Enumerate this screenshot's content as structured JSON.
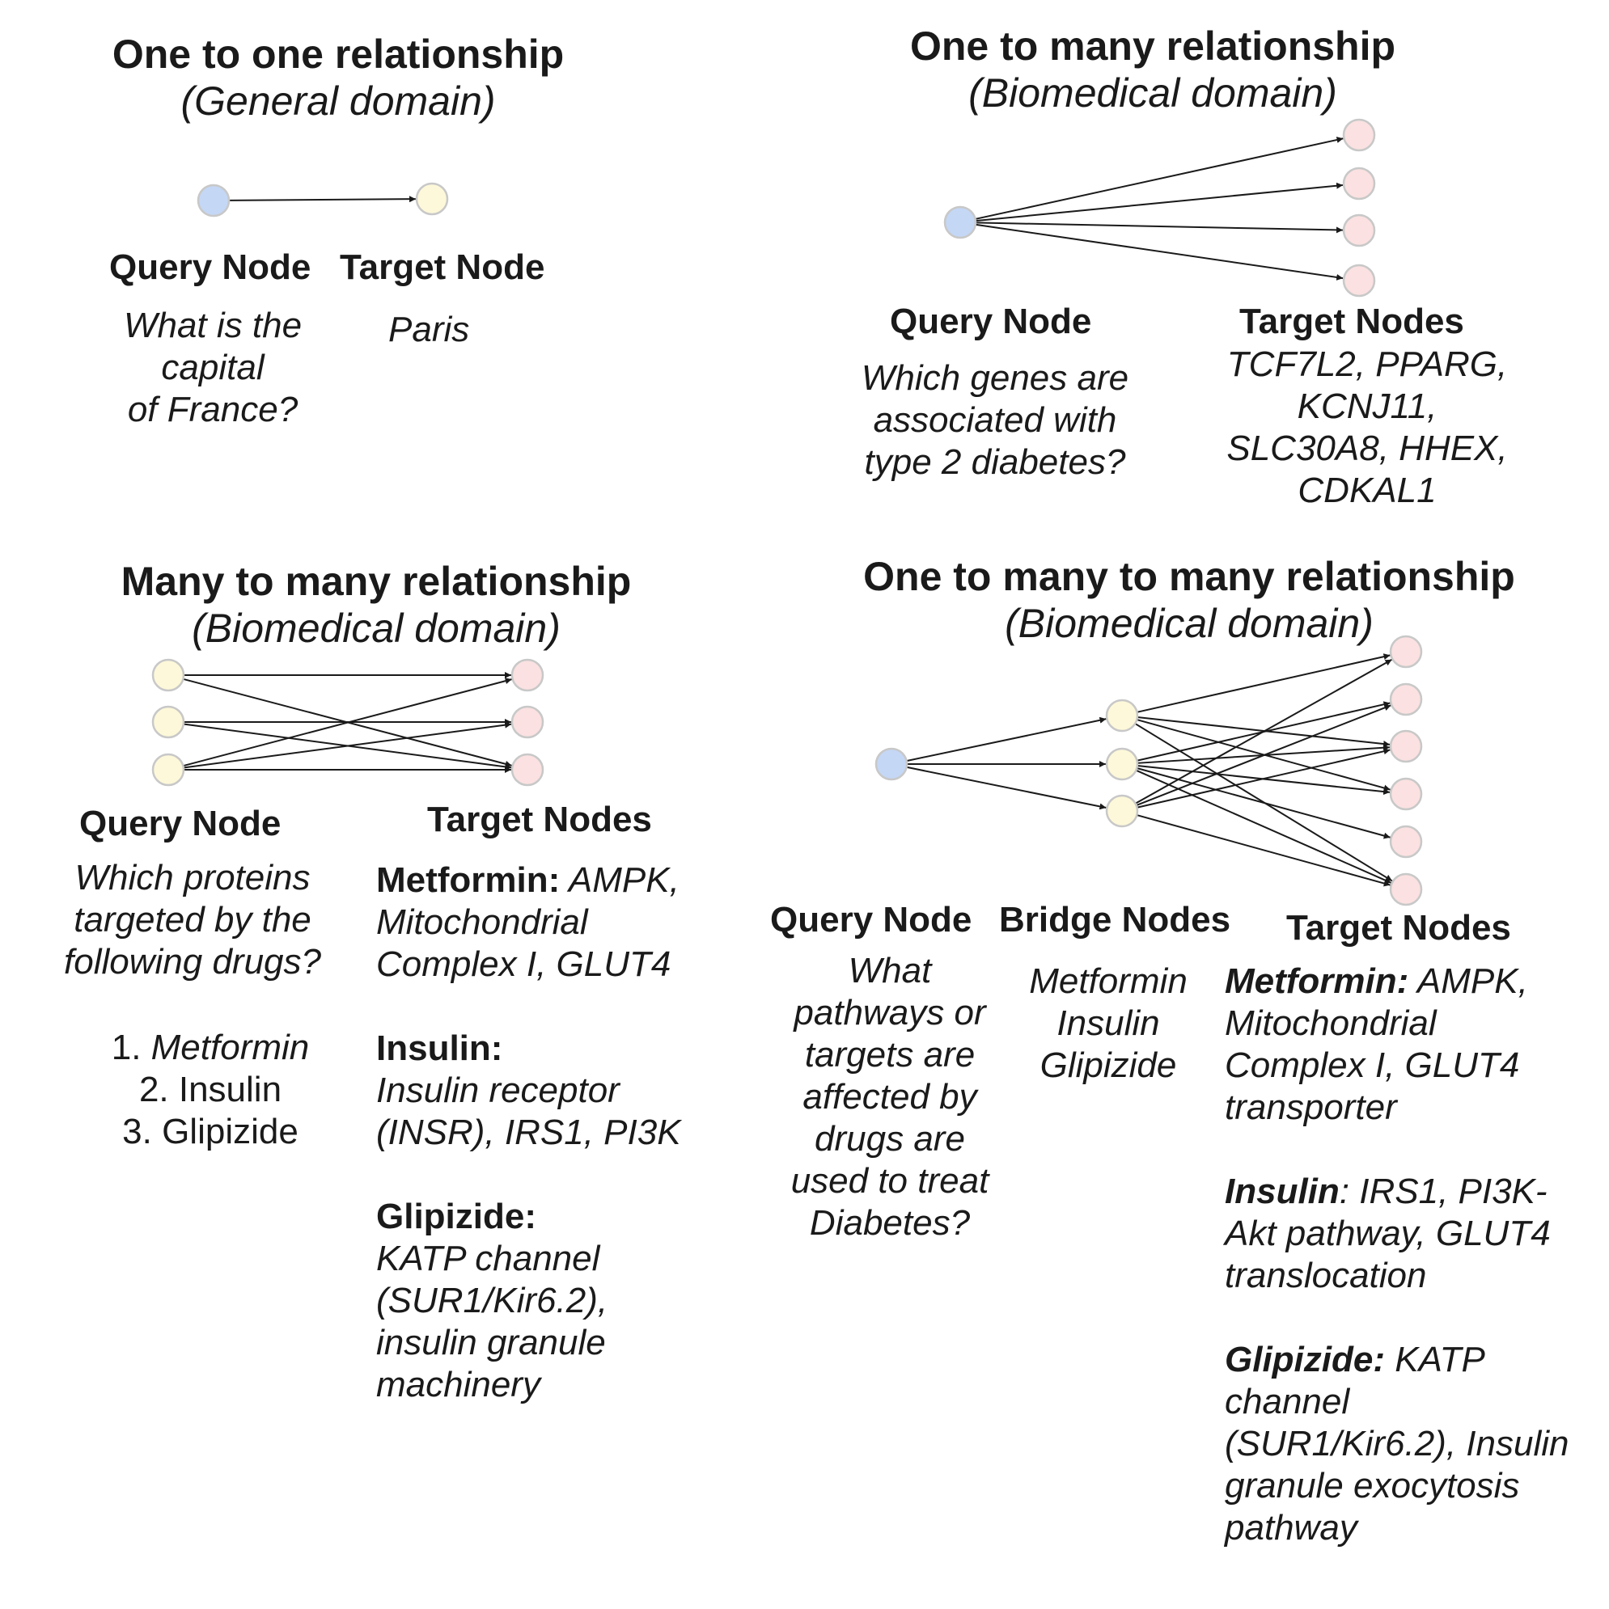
{
  "colors": {
    "query_fill": "#c4d7f5",
    "bridge_fill": "#fdf8d9",
    "target_fill": "#fbe1e1",
    "yellow_target_fill": "#fdf8d9",
    "node_stroke": "#c8c8c8",
    "edge": "#1a1a1a"
  },
  "panels": {
    "p1": {
      "title": "One to one relationship",
      "subtitle": "(General domain)",
      "query_header": "Query Node",
      "target_header": "Target Node",
      "query_lines": [
        "What is the",
        "capital",
        "of France?"
      ],
      "target_text": "Paris"
    },
    "p2": {
      "title": "One to many relationship",
      "subtitle": "(Biomedical domain)",
      "query_header": "Query Node",
      "target_header": "Target Nodes",
      "query_lines": [
        "Which genes are",
        "associated with",
        "type 2 diabetes?"
      ],
      "target_lines": [
        "TCF7L2, PPARG,",
        "KCNJ11,",
        "SLC30A8, HHEX,",
        "CDKAL1"
      ]
    },
    "p3": {
      "title": "Many to many relationship",
      "subtitle": "(Biomedical domain)",
      "query_header": "Query Node",
      "target_header": "Target Nodes",
      "query_lines": [
        "Which proteins",
        "targeted by the",
        "following drugs?"
      ],
      "list": [
        "1. ",
        "Metformin",
        "2. Insulin",
        "3. Glipizide"
      ],
      "targets": [
        {
          "label": "Metformin:",
          "text": [
            "AMPK,",
            "Mitochondrial",
            "Complex I, GLUT4"
          ]
        },
        {
          "label": "Insulin:",
          "text": [
            "Insulin receptor",
            "(INSR), IRS1, PI3K"
          ]
        },
        {
          "label": "Glipizide:",
          "text": [
            "KATP channel",
            "(SUR1/Kir6.2),",
            "insulin granule",
            "machinery"
          ]
        }
      ]
    },
    "p4": {
      "title": "One to many to many relationship",
      "subtitle": "(Biomedical domain)",
      "query_header": "Query Node",
      "bridge_header": "Bridge Nodes",
      "target_header": "Target Nodes",
      "query_lines": [
        "What",
        "pathways or",
        "targets are",
        "affected by",
        "drugs are",
        "used to treat",
        "Diabetes?"
      ],
      "bridge_lines": [
        "Metformin",
        "Insulin",
        "Glipizide"
      ],
      "targets": [
        {
          "label": "Metformin:",
          "text": [
            "AMPK,",
            "Mitochondrial",
            "Complex I, GLUT4",
            "transporter"
          ]
        },
        {
          "label": "Insulin",
          "sep": ":",
          "text": [
            "IRS1, PI3K-",
            "Akt pathway, GLUT4",
            "translocation"
          ]
        },
        {
          "label": "Glipizide:",
          "text": [
            "KATP",
            "channel",
            "(SUR1/Kir6.2), Insulin",
            "granule exocytosis",
            "pathway"
          ]
        }
      ]
    }
  }
}
